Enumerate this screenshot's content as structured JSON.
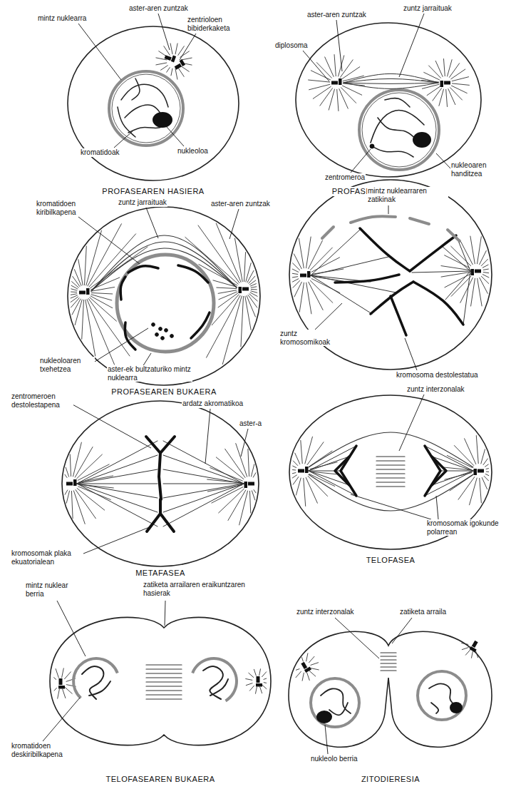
{
  "diagram": {
    "labels": [
      "mintz nuklearra",
      "aster-aren zuntzak",
      "zentrioloen bibiderkaketa",
      "kromatidoak",
      "nukleoloa",
      "PROFASEAREN HASIERA",
      "aster-aren zuntzak",
      "zuntz jarraituak",
      "diplosoma",
      "zentromeroa",
      "nukleoaren handitzea",
      "PROFASEAREN ERDIALDEA",
      "kromatidoen kiribilkapena",
      "zuntz jarraituak",
      "aster-aren zuntzak",
      "nukleoloaren txehetzea",
      "aster-ek bultzaturiko mintz nuklearra",
      "PROFASEAREN BUKAERA",
      "mintz nuklearraren zatikinak",
      "zuntz kromosomikoak",
      "kromosoma destolestatua",
      "zentromeroen destolestapena",
      "ardatz akromatikoa",
      "aster-a",
      "kromosomak plaka ekuatorialean",
      "METAFASEA",
      "zuntz interzonalak",
      "kromosomak igokunde polarrean",
      "TELOFASEA",
      "mintz nuklear berria",
      "zatiketa arrailaren eraikuntzaren hasierak",
      "kromatidoen deskiribilkapena",
      "TELOFASEAREN BUKAERA",
      "zuntz interzonalak",
      "zatiketa arraila",
      "nukleolo berria",
      "ZITODIERESIA"
    ]
  }
}
